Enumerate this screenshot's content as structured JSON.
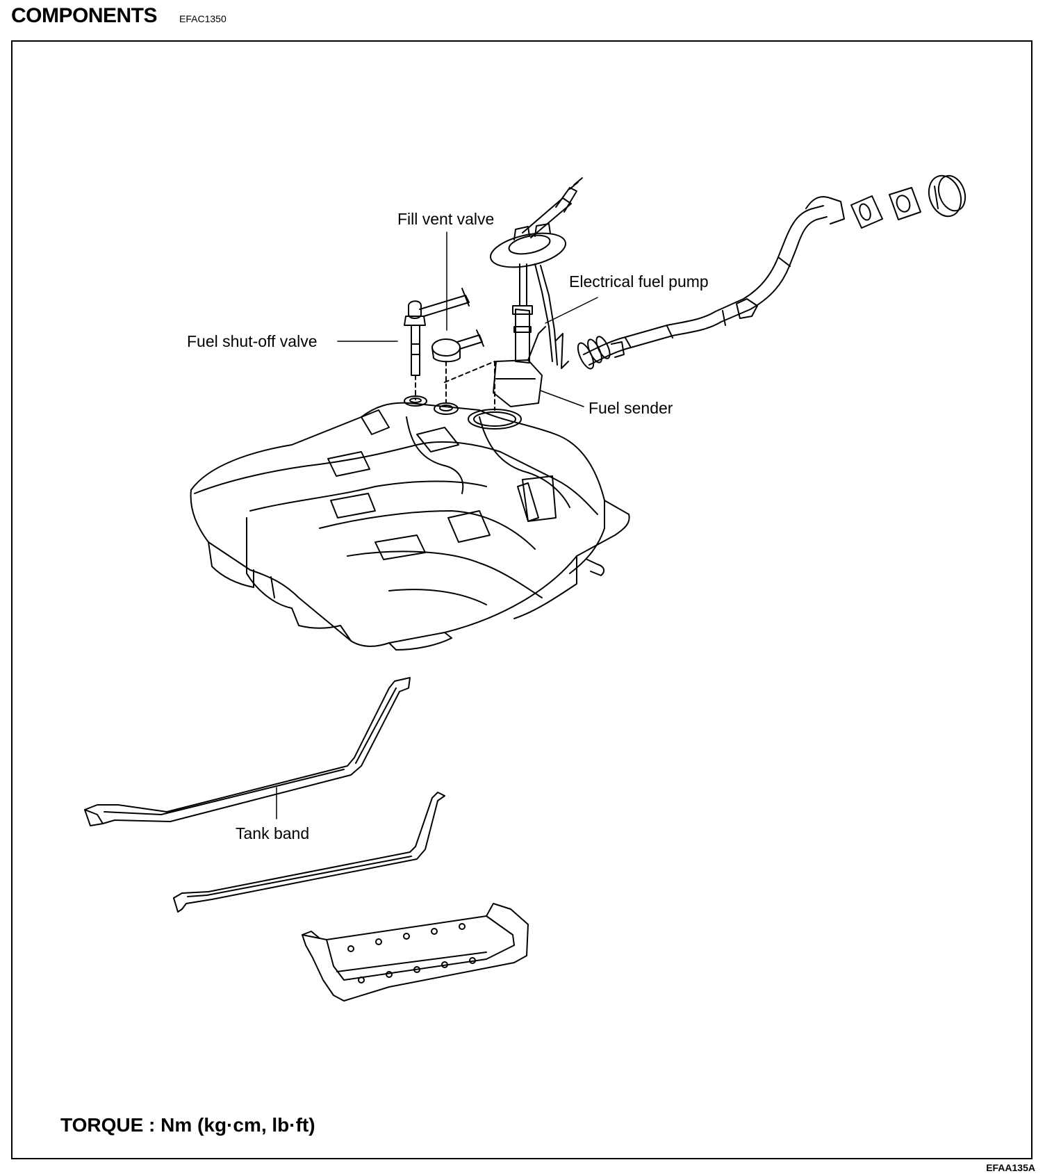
{
  "header": {
    "title": "COMPONENTS",
    "code": "EFAC1350"
  },
  "labels": {
    "fill_vent_valve": "Fill vent valve",
    "electrical_fuel_pump": "Electrical fuel pump",
    "fuel_shutoff_valve": "Fuel shut-off valve",
    "fuel_sender": "Fuel sender",
    "tank_band": "Tank band"
  },
  "footer": {
    "torque": "TORQUE : Nm (kg·cm, lb·ft)",
    "figure_id": "EFAA135A"
  }
}
